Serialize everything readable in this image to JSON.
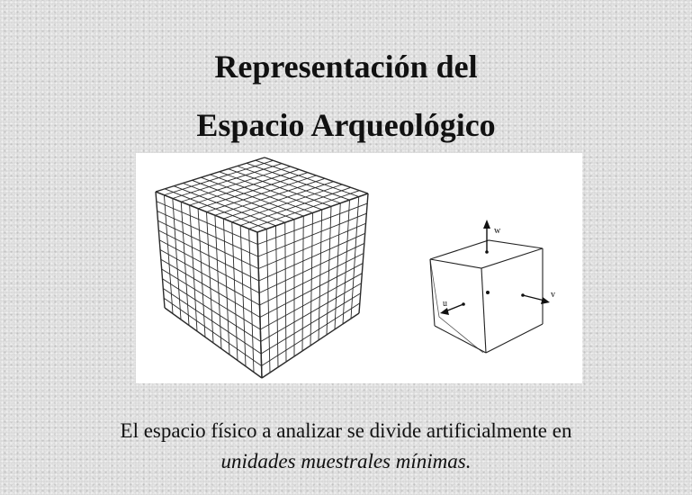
{
  "slide": {
    "title_line1": "Representación del",
    "title_line2": "Espacio Arqueológico",
    "caption_line1": "El espacio físico a analizar se divide artificialmente en",
    "caption_line2": "unidades muestrales mínimas."
  },
  "figure": {
    "unit_cube": {
      "axis_w": "w",
      "axis_u": "u",
      "axis_v": "v"
    }
  }
}
